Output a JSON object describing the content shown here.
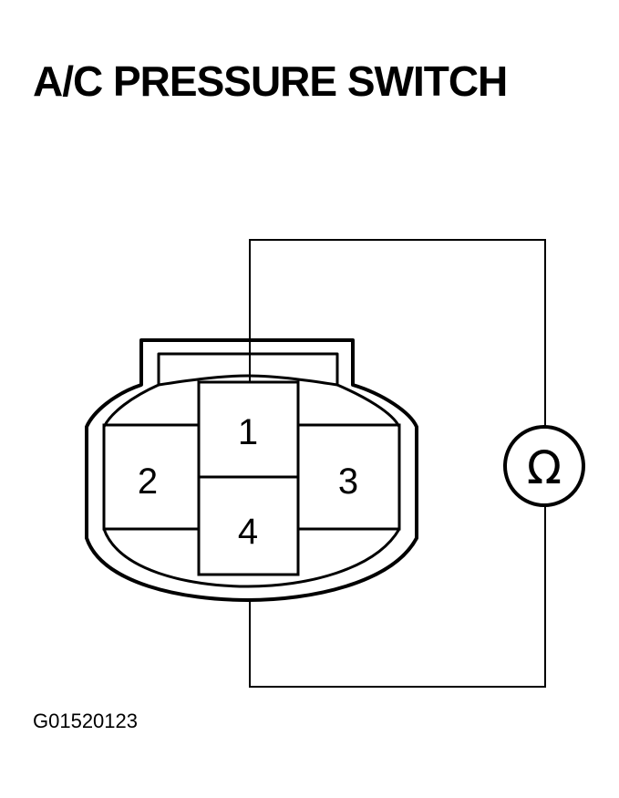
{
  "title": "A/C PRESSURE SWITCH",
  "figure_code": "G01520123",
  "connector": {
    "pins": [
      {
        "id": "pin-1",
        "label": "1"
      },
      {
        "id": "pin-2",
        "label": "2"
      },
      {
        "id": "pin-3",
        "label": "3"
      },
      {
        "id": "pin-4",
        "label": "4"
      }
    ]
  },
  "meter": {
    "symbol": "Ω",
    "icon": "ohmmeter-icon",
    "connected_pins": [
      "1",
      "4"
    ]
  },
  "colors": {
    "line": "#000000",
    "background": "#ffffff"
  }
}
